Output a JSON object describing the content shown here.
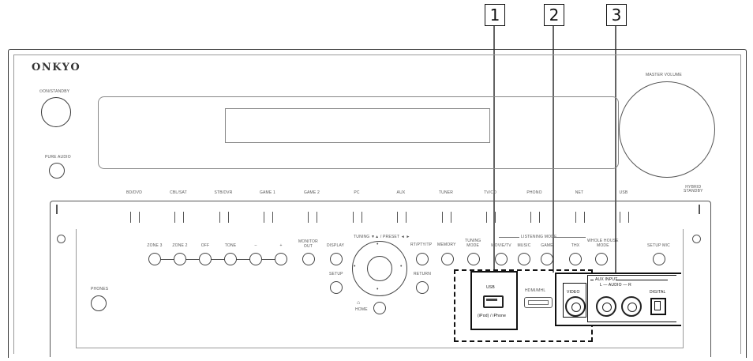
{
  "brand": "ONKYO",
  "callouts": [
    "1",
    "2",
    "3"
  ],
  "top_controls": {
    "on_standby": "⏻ON/STANDBY",
    "pure_audio": "PURE AUDIO",
    "master_volume": "MASTER VOLUME"
  },
  "input_selectors": [
    "BD/DVD",
    "CBL/SAT",
    "STB/DVR",
    "GAME 1",
    "GAME 2",
    "PC",
    "AUX",
    "TUNER",
    "TV/CD",
    "PHONO",
    "NET",
    "USB"
  ],
  "hybrid_standby": "HYBRID\nSTANDBY",
  "zone_buttons": [
    "ZONE 3",
    "ZONE 2",
    "OFF",
    "TONE",
    "–",
    "+"
  ],
  "monitor_out": "MONITOR\nOUT",
  "display": "DISPLAY",
  "setup": "SETUP",
  "tuning_preset": "TUNING ▼▲ / PRESET ◄ ►",
  "home": "HOME",
  "rt_pty_tp": "RT/PTY/TP",
  "memory": "MEMORY",
  "tuning_mode": "TUNING\nMODE",
  "return": "RETURN",
  "listening_mode": "LISTENING MODE",
  "listening_buttons": [
    "MOVIE/TV",
    "MUSIC",
    "GAME",
    "THX"
  ],
  "whole_house": "WHOLE HOUSE\nMODE",
  "setup_mic": "SETUP MIC",
  "phones": "PHONES",
  "usb_label": "USB",
  "ipod_label": "(iPod) / iPhone",
  "hdmi_mhl": "HDMI/MHL",
  "aux_input": "AUX INPUT",
  "video": "VIDEO",
  "audio_lr": "L — AUDIO — R",
  "digital": "DIGITAL"
}
